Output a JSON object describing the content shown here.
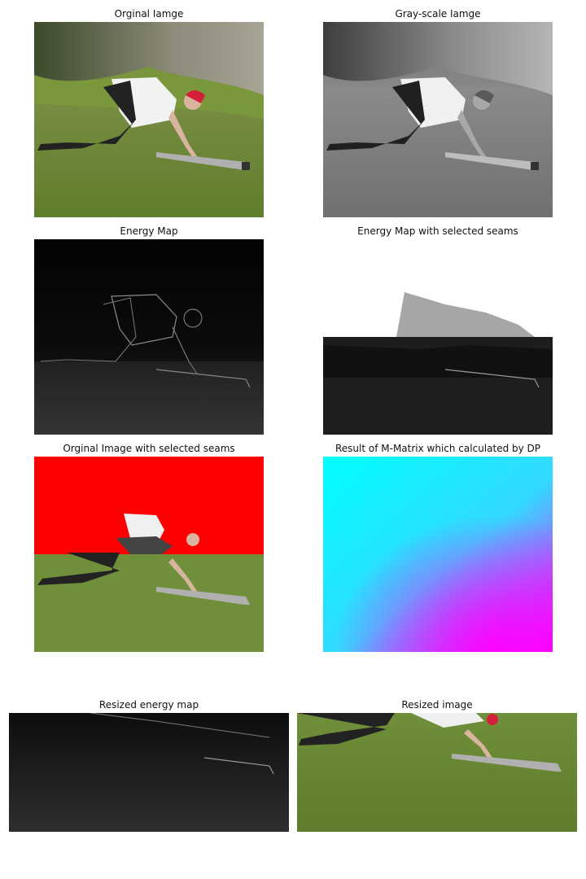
{
  "figure": {
    "panels": [
      {
        "id": "p1",
        "title": "Orginal Iamge"
      },
      {
        "id": "p2",
        "title": "Gray-scale Iamge"
      },
      {
        "id": "p3",
        "title": "Energy Map"
      },
      {
        "id": "p4",
        "title": "Energy Map with selected seams"
      },
      {
        "id": "p5",
        "title": "Orginal Image with selected seams"
      },
      {
        "id": "p6",
        "title": "Result of M-Matrix which calculated by DP"
      },
      {
        "id": "p7",
        "title": "Resized energy map"
      },
      {
        "id": "p8",
        "title": "Resized image"
      }
    ]
  },
  "colors": {
    "seam": "#ff0000",
    "grass": "#6f8f3a",
    "cyan": "#00ffff",
    "magenta": "#ff00ff",
    "energy_bg": "#000000",
    "energy_edge": "#9a9a9a"
  }
}
